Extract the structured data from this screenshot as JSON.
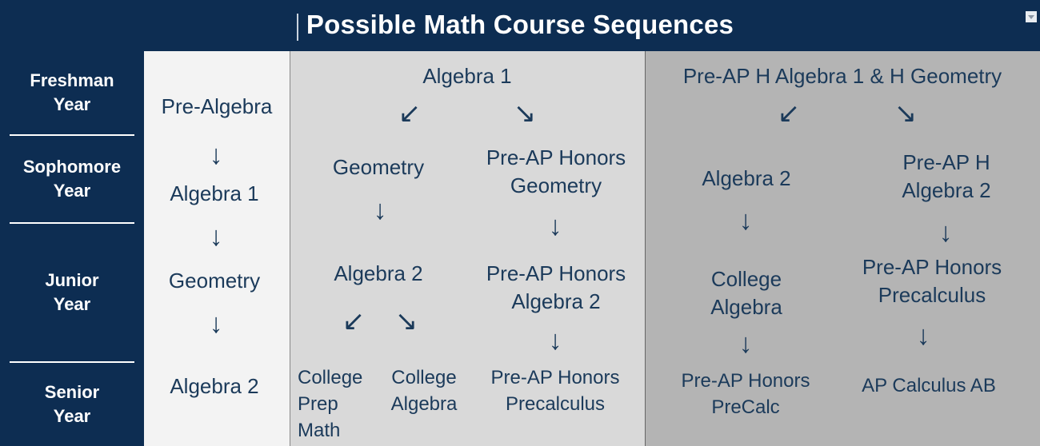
{
  "title": "Possible Math Course Sequences",
  "years": [
    "Freshman Year",
    "Sophomore Year",
    "Junior Year",
    "Senior Year"
  ],
  "years_split": [
    [
      "Freshman",
      "Year"
    ],
    [
      "Sophomore",
      "Year"
    ],
    [
      "Junior",
      "Year"
    ],
    [
      "Senior",
      "Year"
    ]
  ],
  "track1": {
    "freshman": "Pre-Algebra",
    "sophomore": "Algebra 1",
    "junior": "Geometry",
    "senior": "Algebra 2"
  },
  "track2": {
    "freshman": "Algebra 1",
    "sophomore_left": "Geometry",
    "sophomore_right": [
      "Pre-AP Honors",
      "Geometry"
    ],
    "junior_left": "Algebra 2",
    "junior_right": [
      "Pre-AP Honors",
      "Algebra 2"
    ],
    "senior_a": [
      "College",
      "Prep",
      "Math"
    ],
    "senior_b": [
      "College",
      "Algebra"
    ],
    "senior_right": [
      "Pre-AP Honors",
      "Precalculus"
    ]
  },
  "track3": {
    "freshman": "Pre-AP H Algebra 1 & H Geometry",
    "sophomore_left": "Algebra 2",
    "sophomore_right": [
      "Pre-AP H",
      "Algebra 2"
    ],
    "junior_left": [
      "College",
      "Algebra"
    ],
    "junior_right": [
      "Pre-AP Honors",
      "Precalculus"
    ],
    "senior_left": [
      "Pre-AP Honors",
      "PreCalc"
    ],
    "senior_right": "AP Calculus AB"
  },
  "arrows": {
    "down": "↓",
    "down_left": "↙",
    "down_right": "↘"
  },
  "colors": {
    "navy": "#0d2d52",
    "text": "#1b3a5a",
    "col1_bg": "#f3f3f3",
    "col2_bg": "#d9d9d9",
    "col3_bg": "#b4b4b4"
  }
}
